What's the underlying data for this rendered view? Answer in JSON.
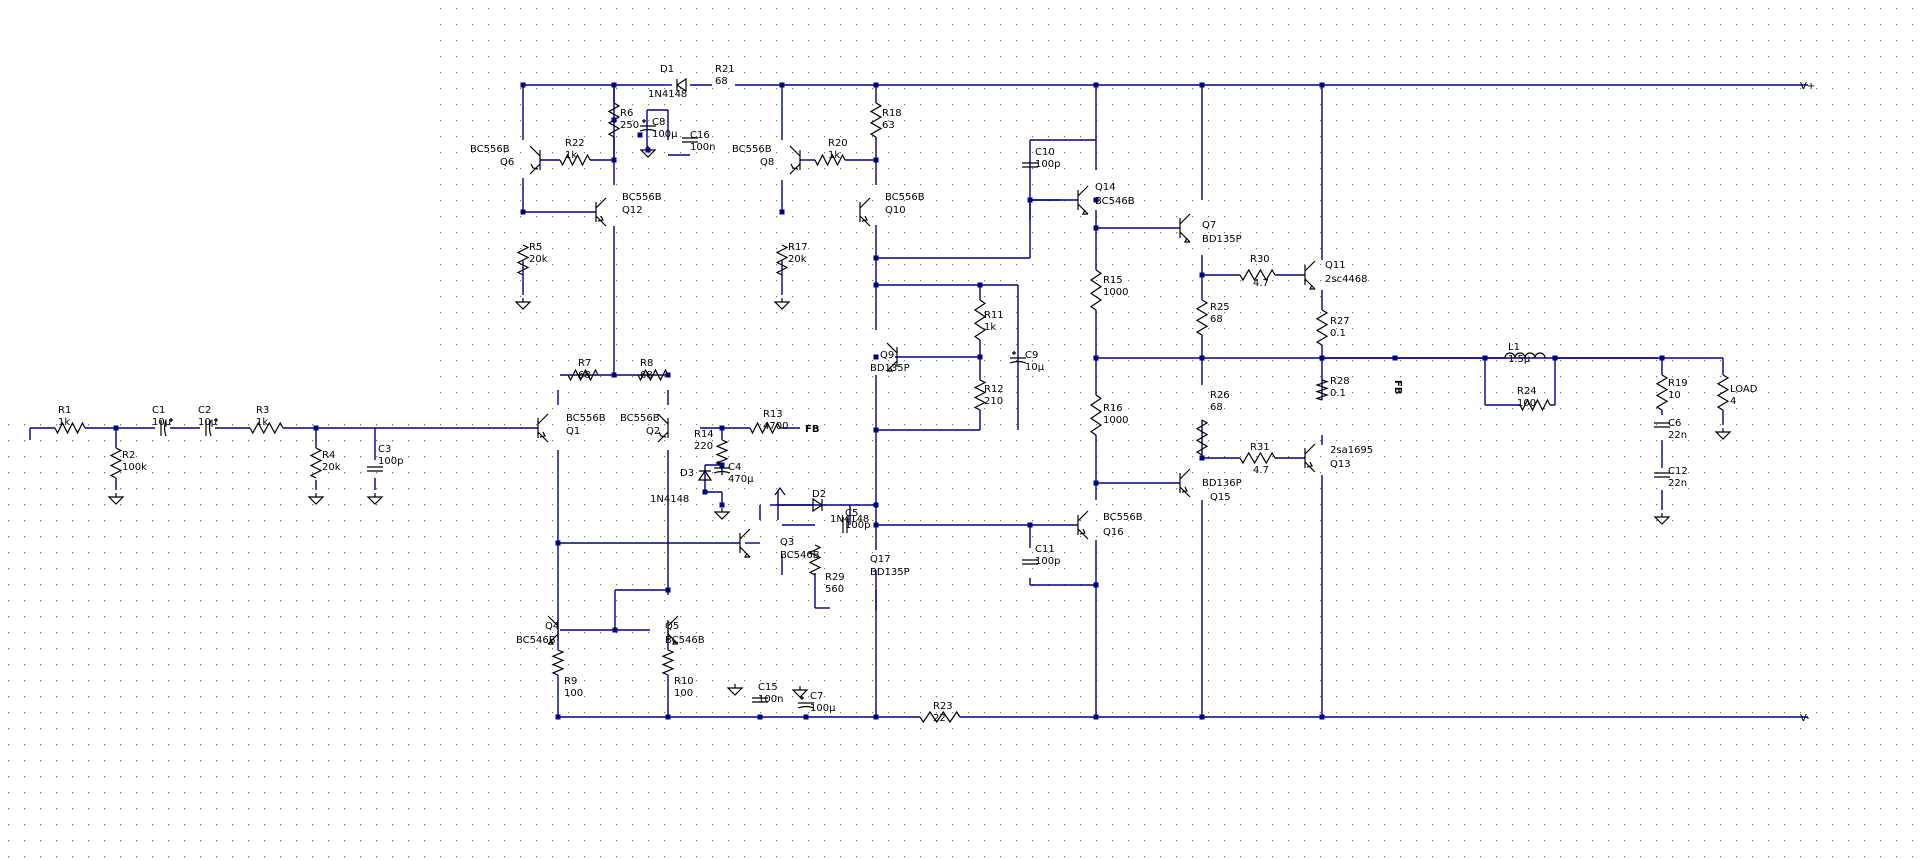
{
  "colors": {
    "background": "#ffffff",
    "grid": "#7a7a7a",
    "wire": "#000080",
    "component": "#000000",
    "junction": "#000080"
  },
  "rails": {
    "vplus": "V+",
    "vminus": "V-",
    "fb": "FB"
  },
  "components": {
    "R1": [
      "R1",
      "1k"
    ],
    "R2": [
      "R2",
      "100k"
    ],
    "C1": [
      "C1",
      "10µ"
    ],
    "C2": [
      "C2",
      "10µ"
    ],
    "R3": [
      "R3",
      "1k"
    ],
    "R4": [
      "R4",
      "20k"
    ],
    "C3": [
      "C3",
      "100p"
    ],
    "R5": [
      "R5",
      "20k"
    ],
    "R6": [
      "R6",
      "250"
    ],
    "R7": [
      "R7",
      "68"
    ],
    "R8": [
      "R8",
      "68"
    ],
    "R9": [
      "R9",
      "100"
    ],
    "R10": [
      "R10",
      "100"
    ],
    "R11": [
      "R11",
      "1k"
    ],
    "R12": [
      "R12",
      "210"
    ],
    "R13": [
      "R13",
      "4700"
    ],
    "R14": [
      "R14",
      "220"
    ],
    "R15": [
      "R15",
      "1000"
    ],
    "R16": [
      "R16",
      "1000"
    ],
    "R17": [
      "R17",
      "20k"
    ],
    "R18": [
      "R18",
      "63"
    ],
    "R19": [
      "R19",
      "10"
    ],
    "R20": [
      "R20",
      "1k"
    ],
    "R21": [
      "R21",
      "68"
    ],
    "R22": [
      "R22",
      "1k"
    ],
    "R23": [
      "R23",
      "22"
    ],
    "R24": [
      "R24",
      "100"
    ],
    "R25": [
      "R25",
      "68"
    ],
    "R26": [
      "R26",
      "68"
    ],
    "R27": [
      "R27",
      "0.1"
    ],
    "R28": [
      "R28",
      "0.1"
    ],
    "R29": [
      "R29",
      "560"
    ],
    "R30": [
      "R30",
      "4.7"
    ],
    "R31": [
      "R31",
      "4.7"
    ],
    "C4": [
      "C4",
      "470µ"
    ],
    "C5": [
      "C5",
      "100p"
    ],
    "C6": [
      "C6",
      "22n"
    ],
    "C7": [
      "C7",
      "100µ"
    ],
    "C8": [
      "C8",
      "100µ"
    ],
    "C9": [
      "C9",
      "10µ"
    ],
    "C10": [
      "C10",
      "100p"
    ],
    "C11": [
      "C11",
      "100p"
    ],
    "C12": [
      "C12",
      "22n"
    ],
    "C15": [
      "C15",
      "100n"
    ],
    "C16": [
      "C16",
      "100n"
    ],
    "D1": [
      "D1",
      "1N4148"
    ],
    "D2": [
      "D2",
      "1N4148"
    ],
    "D3": [
      "D3",
      "1N4148"
    ],
    "L1": [
      "L1",
      "1.5µ"
    ],
    "LOAD": [
      "LOAD",
      "4"
    ],
    "Q1": [
      "Q1",
      "BC556B"
    ],
    "Q2": [
      "Q2",
      "BC556B"
    ],
    "Q3": [
      "Q3",
      "BC546B"
    ],
    "Q4": [
      "Q4",
      "BC546B"
    ],
    "Q5": [
      "Q5",
      "BC546B"
    ],
    "Q6": [
      "Q6",
      "BC556B"
    ],
    "Q7": [
      "Q7",
      "BD135P"
    ],
    "Q8": [
      "Q8",
      "BC556B"
    ],
    "Q9": [
      "Q9",
      "BD135P"
    ],
    "Q10": [
      "Q10",
      "BC556B"
    ],
    "Q11": [
      "Q11",
      "2sc4468"
    ],
    "Q12": [
      "Q12",
      "BC556B"
    ],
    "Q13": [
      "Q13",
      "2sa1695"
    ],
    "Q14": [
      "Q14",
      "BC546B"
    ],
    "Q15": [
      "Q15",
      "BD136P"
    ],
    "Q16": [
      "Q16",
      "BC556B"
    ],
    "Q17": [
      "Q17",
      "BD135P"
    ]
  }
}
